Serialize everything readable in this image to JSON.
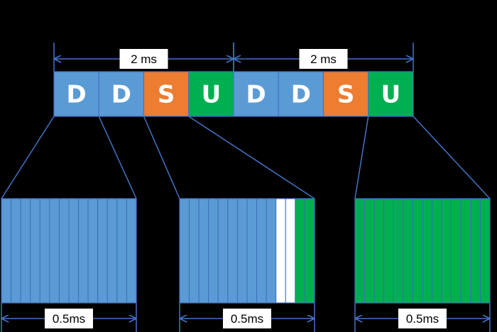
{
  "colors": {
    "background": "#000000",
    "downlink": "#5B9BD5",
    "special": "#ED7D31",
    "uplink": "#00B050",
    "line": "#4472C4",
    "slot_border": "#4472C4",
    "symbol_divider": "#3A70B8",
    "flexible": "#FFFFFF"
  },
  "top_frame": {
    "periods": [
      {
        "label": "2 ms"
      },
      {
        "label": "2 ms"
      }
    ],
    "slots": [
      {
        "type": "downlink",
        "letter": "D"
      },
      {
        "type": "downlink",
        "letter": "D"
      },
      {
        "type": "special",
        "letter": "S"
      },
      {
        "type": "uplink",
        "letter": "U"
      },
      {
        "type": "downlink",
        "letter": "D"
      },
      {
        "type": "downlink",
        "letter": "D"
      },
      {
        "type": "special",
        "letter": "S"
      },
      {
        "type": "uplink",
        "letter": "U"
      }
    ]
  },
  "slot_details": [
    {
      "duration_label": "0.5ms",
      "source_slot": 0,
      "symbols": [
        "D",
        "D",
        "D",
        "D",
        "D",
        "D",
        "D",
        "D",
        "D",
        "D",
        "D",
        "D",
        "D",
        "D"
      ]
    },
    {
      "duration_label": "0.5ms",
      "source_slot": 2,
      "symbols": [
        "D",
        "D",
        "D",
        "D",
        "D",
        "D",
        "D",
        "D",
        "D",
        "D",
        "F",
        "F",
        "U",
        "U"
      ]
    },
    {
      "duration_label": "0.5ms",
      "source_slot": 7,
      "symbols": [
        "U",
        "U",
        "U",
        "U",
        "U",
        "U",
        "U",
        "U",
        "U",
        "U",
        "U",
        "U",
        "U",
        "U"
      ]
    }
  ]
}
